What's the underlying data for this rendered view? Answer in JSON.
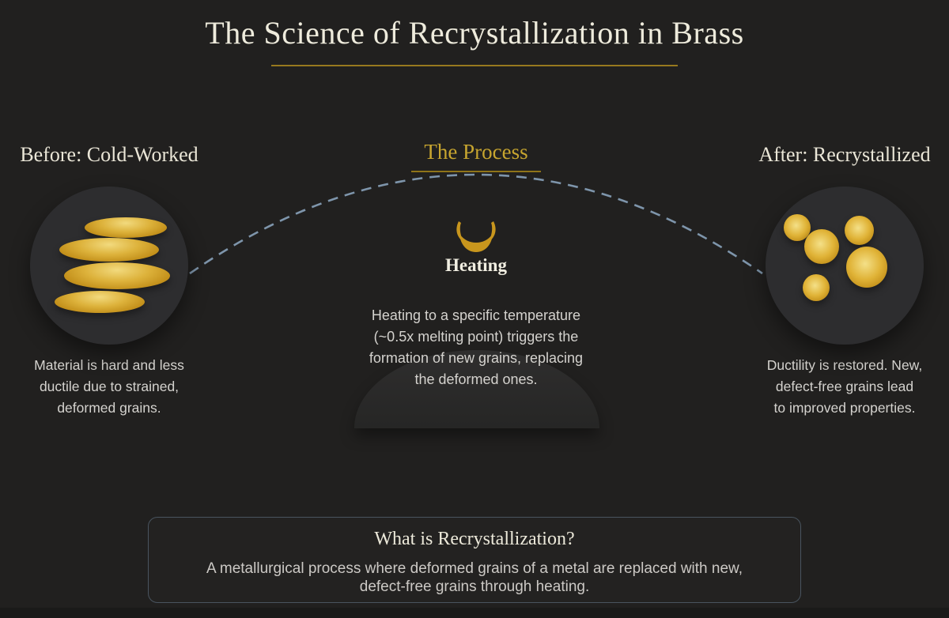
{
  "title": "The Science of Recrystallization in Brass",
  "process": {
    "heading": "The Process",
    "step_label": "Heating",
    "step_icon": "flame-icon",
    "description_lines": [
      "Heating to a specific temperature",
      "(~0.5x melting point) triggers the",
      "formation of new grains, replacing",
      "the deformed ones."
    ]
  },
  "before": {
    "heading": "Before: Cold-Worked",
    "illustration": "deformed-grains-stacked-ellipses",
    "caption_lines": [
      "Material is hard and less",
      "ductile due to strained,",
      "deformed grains."
    ]
  },
  "after": {
    "heading": "After: Recrystallized",
    "illustration": "new-grains-round-spheres",
    "caption_lines": [
      "Ductility is restored. New,",
      "defect-free grains lead",
      "to improved properties."
    ]
  },
  "footer_box": {
    "heading": "What is Recrystallization?",
    "body_lines": [
      "A metallurgical process where deformed grains of a metal are replaced with new,",
      "defect-free grains through heating."
    ]
  },
  "colors": {
    "background": "#21201f",
    "circle_panel": "#2d2d2f",
    "gold_accent": "#c7a52f",
    "grain_gold": "#ddb237",
    "cream_text": "#eeebdc",
    "body_text": "#d4d2ce",
    "arc_dash_blue": "#7e95ab",
    "box_border": "#49545f"
  }
}
